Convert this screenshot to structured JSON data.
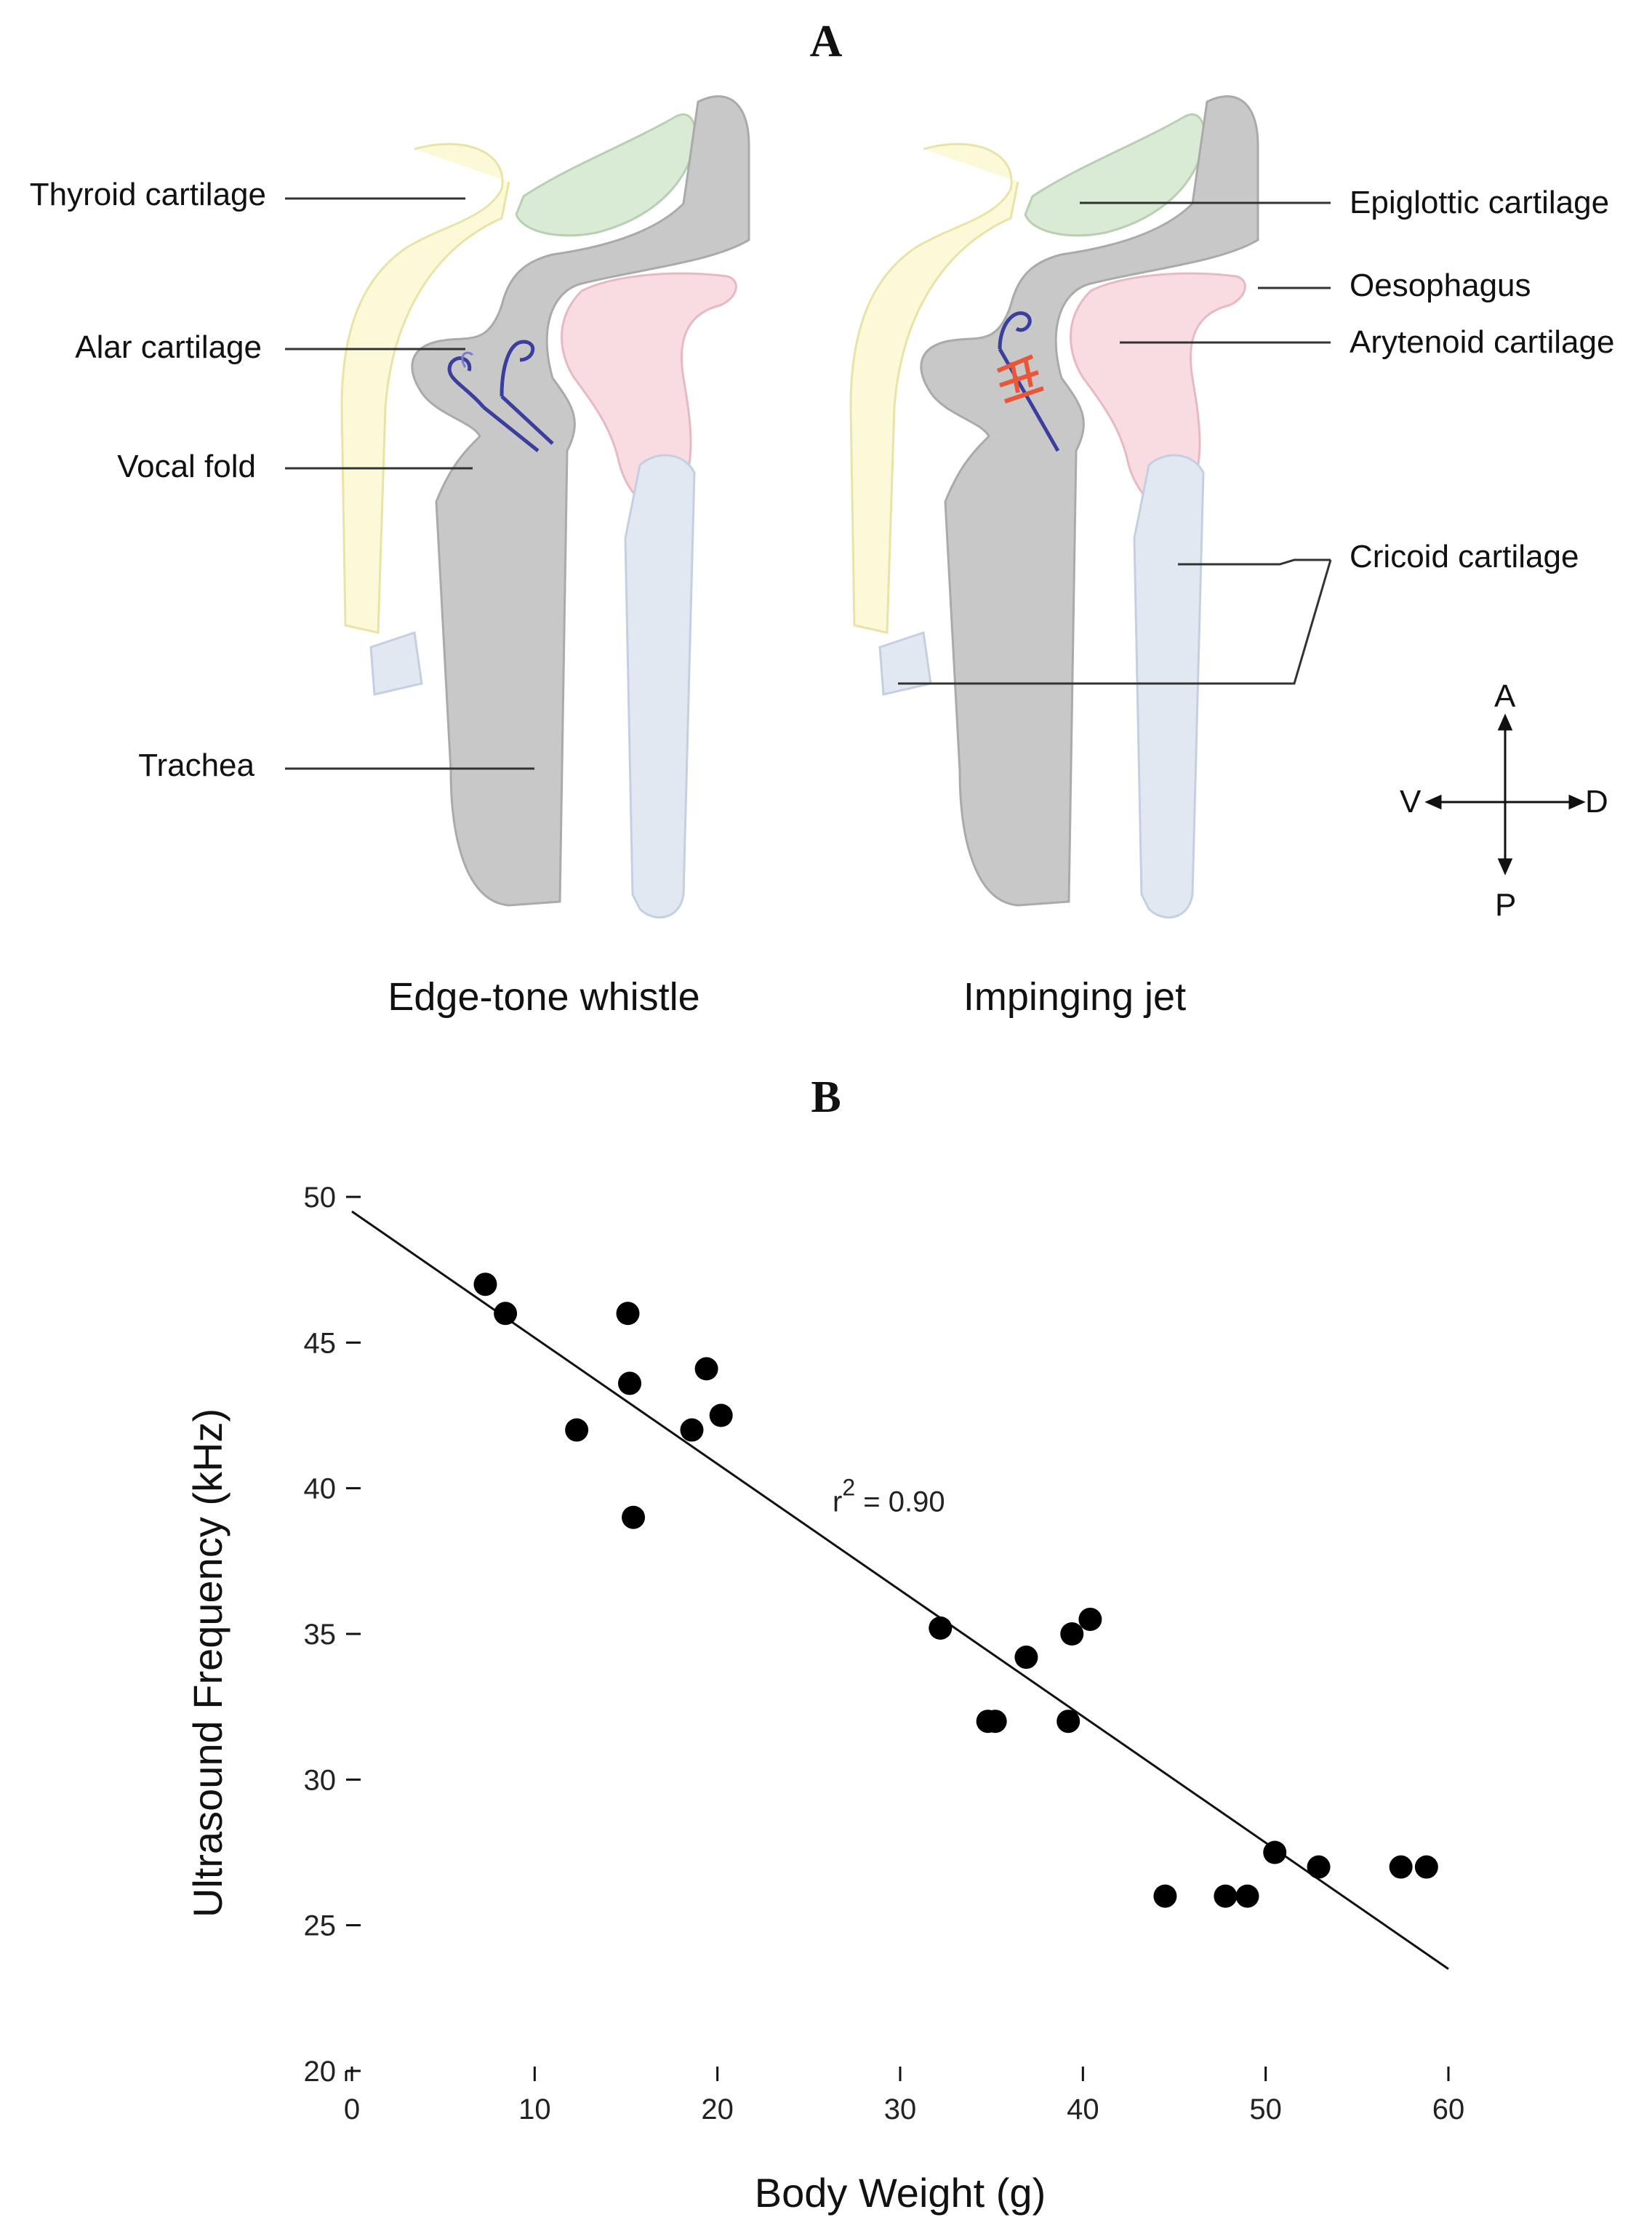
{
  "panel_a": {
    "letter": "A",
    "labels": {
      "thyroid": "Thyroid cartilage",
      "alar": "Alar cartilage",
      "vocal_fold": "Vocal fold",
      "trachea": "Trachea",
      "epiglottic": "Epiglottic cartilage",
      "oesophagus": "Oesophagus",
      "arytenoid": "Arytenoid cartilage",
      "cricoid": "Cricoid cartilage"
    },
    "captions": {
      "left": "Edge-tone whistle",
      "right": "Impinging jet"
    },
    "compass": {
      "anterior": "A",
      "posterior": "P",
      "ventral": "V",
      "dorsal": "D"
    },
    "colors": {
      "thyroid": "#fbf9d8",
      "epiglottic": "#d9ead5",
      "arytenoid": "#f9dce2",
      "cricoid": "#e1e8f2",
      "airway": "#c8c8c8",
      "airflow": "#3a3f9e",
      "jet": "#e8573a"
    }
  },
  "panel_b": {
    "letter": "B",
    "chart_data": {
      "type": "scatter",
      "xlabel": "Body Weight (g)",
      "ylabel": "Ultrasound Frequency (kHz)",
      "xlim": [
        0,
        60
      ],
      "ylim": [
        20,
        50
      ],
      "x_ticks": [
        0,
        10,
        20,
        30,
        40,
        50,
        60
      ],
      "y_ticks": [
        20,
        25,
        30,
        35,
        40,
        45,
        50
      ],
      "annotation": {
        "text": "r",
        "superscript": "2",
        "rest": "= 0.90"
      },
      "fit_line": {
        "x": [
          0,
          60
        ],
        "y": [
          49.5,
          23.5
        ]
      },
      "points": [
        [
          7.3,
          47.0
        ],
        [
          8.4,
          46.0
        ],
        [
          12.3,
          42.0
        ],
        [
          15.1,
          46.0
        ],
        [
          15.2,
          43.6
        ],
        [
          15.4,
          39.0
        ],
        [
          18.6,
          42.0
        ],
        [
          19.4,
          44.1
        ],
        [
          20.2,
          42.5
        ],
        [
          32.2,
          35.2
        ],
        [
          34.8,
          32.0
        ],
        [
          35.2,
          32.0
        ],
        [
          36.9,
          34.2
        ],
        [
          39.2,
          32.0
        ],
        [
          39.4,
          35.0
        ],
        [
          40.4,
          35.5
        ],
        [
          44.5,
          26.0
        ],
        [
          47.8,
          26.0
        ],
        [
          49.0,
          26.0
        ],
        [
          50.5,
          27.5
        ],
        [
          52.9,
          27.0
        ],
        [
          57.4,
          27.0
        ],
        [
          58.8,
          27.0
        ]
      ],
      "grid": false,
      "point_color": "#000000"
    }
  }
}
